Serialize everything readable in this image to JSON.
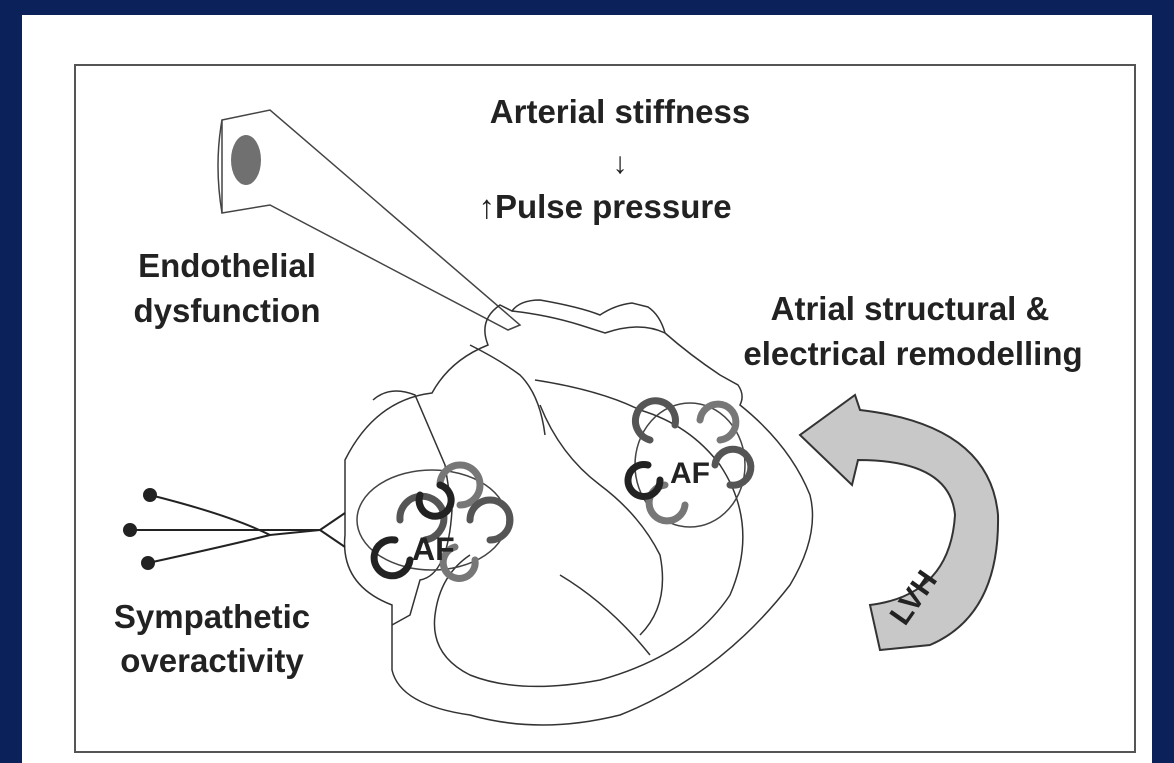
{
  "diagram": {
    "top_labels": {
      "line1": "Arterial stiffness",
      "arrow_down": "↓",
      "line2": "↑Pulse pressure"
    },
    "endothelial": {
      "line1": "Endothelial",
      "line2": "dysfunction"
    },
    "remodelling": {
      "line1": "Atrial structural &",
      "line2": "electrical remodelling"
    },
    "sympathetic": {
      "line1": "Sympathetic",
      "line2": "overactivity"
    },
    "af_right_atrium": "AF",
    "af_left_atrium": "AF",
    "lvh": "LVH"
  },
  "colors": {
    "background": "#0a2259",
    "panel": "#ffffff",
    "line": "#333333",
    "arrow_fill": "#c8c8c8",
    "text": "#222222"
  }
}
